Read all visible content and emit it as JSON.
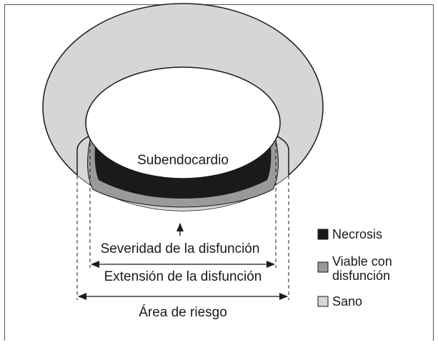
{
  "diagram": {
    "center_label": "Subendocardio",
    "severity_label": "Severidad de la disfunción",
    "extension_label": "Extensión de la disfunción",
    "risk_area_label": "Área de riesgo"
  },
  "legend": {
    "items": [
      {
        "label_lines": [
          "Necrosis"
        ],
        "color": "#1a1a1a"
      },
      {
        "label_lines": [
          "Viable con",
          "disfunción"
        ],
        "color": "#9a9a9a"
      },
      {
        "label_lines": [
          "Sano"
        ],
        "color": "#d6d6d6"
      }
    ]
  },
  "colors": {
    "healthy": "#d6d6d6",
    "viable": "#9a9a9a",
    "necrosis": "#1a1a1a",
    "cavity": "#ffffff",
    "outline": "#1a1a1a"
  }
}
